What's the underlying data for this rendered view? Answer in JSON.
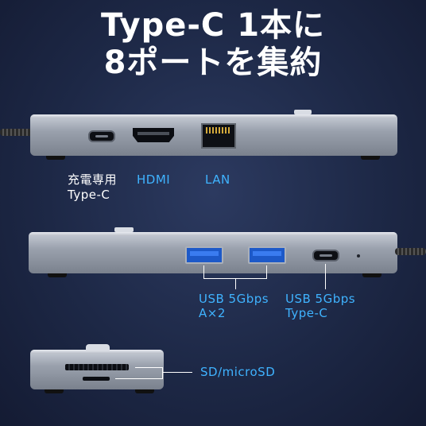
{
  "header": {
    "line1": "Type-C 1本に",
    "line2": "8ポートを集約"
  },
  "ports": {
    "charge_line1": "充電専用",
    "charge_line2": "Type-C",
    "hdmi": "HDMI",
    "lan": "LAN",
    "usba_line1": "USB 5Gbps",
    "usba_line2": "A×2",
    "usbc_line1": "USB 5Gbps",
    "usbc_line2": "Type-C",
    "sd": "SD/microSD"
  },
  "colors": {
    "label_blue": "#3fb3ff",
    "label_white": "#ffffff",
    "background": "#1d2846"
  }
}
